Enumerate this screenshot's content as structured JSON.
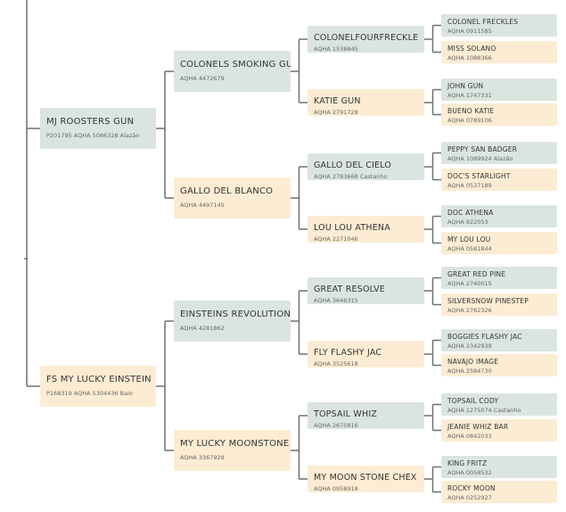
{
  "pedigree": {
    "sire": {
      "name": "MJ ROOSTERS GUN",
      "reg": "P201795   AQHA 5086328 Alazão",
      "sire": {
        "name": "COLONELS SMOKING GUN",
        "reg": "AQHA 4472679",
        "sire": {
          "name": "COLONELFOURFRECKLE",
          "reg": "AQHA 1538845",
          "sire": {
            "name": "COLONEL FRECKLES",
            "reg": "AQHA 0911585"
          },
          "dam": {
            "name": "MISS SOLANO",
            "reg": "AQHA 1088366"
          }
        },
        "dam": {
          "name": "KATIE GUN",
          "reg": "AQHA 2791728",
          "sire": {
            "name": "JOHN GUN",
            "reg": "AQHA 1747331"
          },
          "dam": {
            "name": "BUENO KATIE",
            "reg": "AQHA 0789106"
          }
        }
      },
      "dam": {
        "name": "GALLO DEL BLANCO",
        "reg": "AQHA 4497145",
        "sire": {
          "name": "GALLO DEL CIELO",
          "reg": "AQHA 2783668 Castanho",
          "sire": {
            "name": "PEPPY SAN BADGER",
            "reg": "AQHA 1089924 Alazão"
          },
          "dam": {
            "name": "DOC'S STARLIGHT",
            "reg": "AQHA 0537189"
          }
        },
        "dam": {
          "name": "LOU LOU ATHENA",
          "reg": "AQHA 2271046",
          "sire": {
            "name": "DOC ATHENA",
            "reg": "AQHA 922053"
          },
          "dam": {
            "name": "MY LOU LOU",
            "reg": "AQHA 0581844"
          }
        }
      }
    },
    "dam": {
      "name": "FS MY LUCKY EINSTEIN",
      "reg": "P168319   AQHA 5304436 Baio",
      "sire": {
        "name": "EINSTEINS REVOLUTION",
        "reg": "AQHA 4281862",
        "sire": {
          "name": "GREAT RESOLVE",
          "reg": "AQHA 3646315",
          "sire": {
            "name": "GREAT RED PINE",
            "reg": "AQHA 2740015"
          },
          "dam": {
            "name": "SILVERSNOW PINESTEP",
            "reg": "AQHA 2762326"
          }
        },
        "dam": {
          "name": "FLY FLASHY JAC",
          "reg": "AQHA 3525618",
          "sire": {
            "name": "BOGGIES FLASHY JAC",
            "reg": "AQHA 2342939"
          },
          "dam": {
            "name": "NAVAJO IMAGE",
            "reg": "AQHA 2584730"
          }
        }
      },
      "dam": {
        "name": "MY LUCKY MOONSTONE",
        "reg": "AQHA 3367929",
        "sire": {
          "name": "TOPSAIL WHIZ",
          "reg": "AQHA 2675816",
          "sire": {
            "name": "TOPSAIL CODY",
            "reg": "AQHA 1275074 Castanho"
          },
          "dam": {
            "name": "JEANIE WHIZ BAR",
            "reg": "AQHA 0842033"
          }
        },
        "dam": {
          "name": "MY MOON STONE CHEX",
          "reg": "AQHA 0958918",
          "sire": {
            "name": "KING FRITZ",
            "reg": "AQHA 0058532"
          },
          "dam": {
            "name": "ROCKY MOON",
            "reg": "AQHA 0252927"
          }
        }
      }
    }
  },
  "colors": {
    "sire_box": "#dbe5df",
    "dam_box": "#fcecd3",
    "connector": "#6f6f6f"
  }
}
